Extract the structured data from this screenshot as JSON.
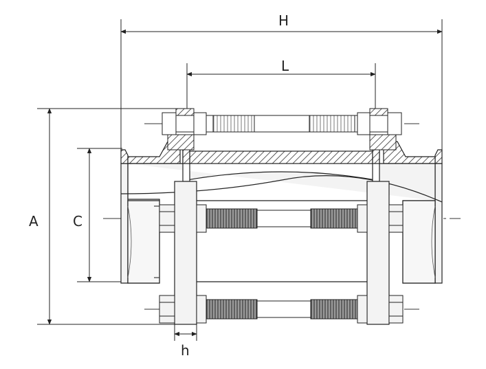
{
  "dimensions": {
    "H": "H",
    "L": "L",
    "A": "A",
    "C": "C",
    "h": "h"
  },
  "colors": {
    "line": "#222222",
    "fill": "#f3f3f3",
    "thread": "#666666"
  }
}
